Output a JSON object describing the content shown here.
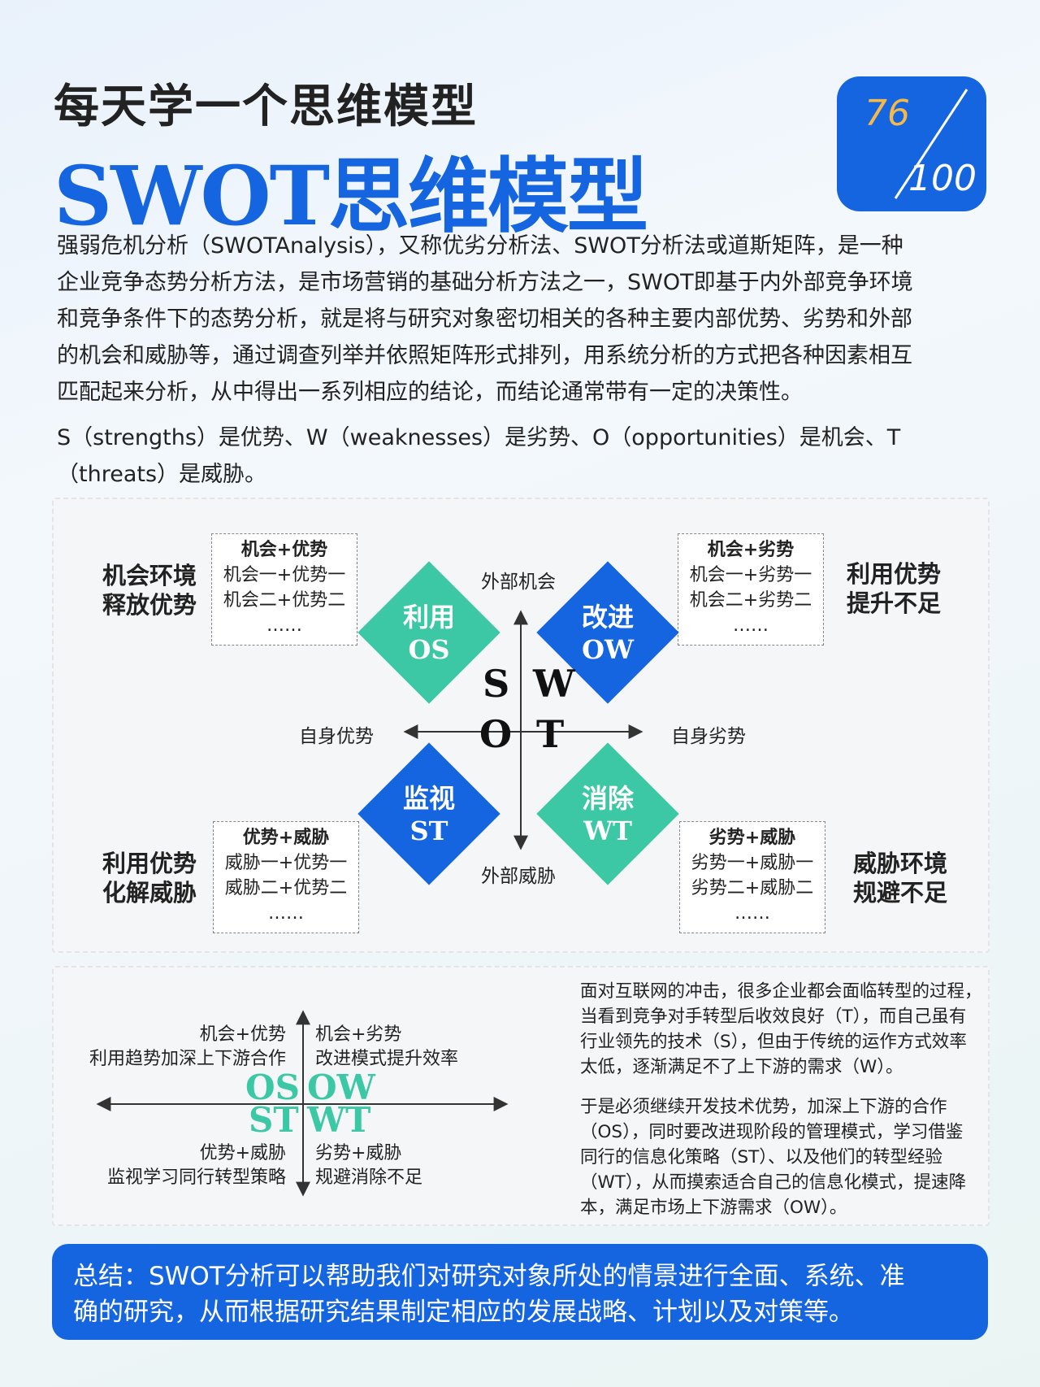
{
  "header": {
    "subtitle": "每天学一个思维模型",
    "title": "SWOT思维模型",
    "badge_num": "76",
    "badge_den": "100"
  },
  "intro": {
    "p1_lines": [
      "强弱危机分析（SWOTAnalysis），又称优劣分析法、SWOT分析法或道斯矩阵，是一种",
      "企业竞争态势分析方法，是市场营销的基础分析方法之一，SWOT即基于内外部竞争环境",
      "和竞争条件下的态势分析，就是将与研究对象密切相关的各种主要内部优势、劣势和外部",
      "的机会和威胁等，通过调查列举并依照矩阵形式排列，用系统分析的方式把各种因素相互",
      "匹配起来分析，从中得出一系列相应的结论，而结论通常带有一定的决策性。"
    ],
    "p2_lines": [
      "S（strengths）是优势、W（weaknesses）是劣势、O（opportunities）是机会、T",
      "（threats）是威胁。"
    ]
  },
  "diagram": {
    "axis_top": "外部机会",
    "axis_bottom": "外部威胁",
    "axis_left": "自身优势",
    "axis_right": "自身劣势",
    "letters": {
      "s": "S",
      "w": "W",
      "o": "O",
      "t": "T"
    },
    "diamonds": {
      "os": {
        "line1": "利用",
        "line2": "OS",
        "color": "#3cc8a4"
      },
      "ow": {
        "line1": "改进",
        "line2": "OW",
        "color": "#1565e0"
      },
      "st": {
        "line1": "监视",
        "line2": "ST",
        "color": "#1565e0"
      },
      "wt": {
        "line1": "消除",
        "line2": "WT",
        "color": "#3cc8a4"
      }
    },
    "boxes": {
      "tl": {
        "title": "机会+优势",
        "l1": "机会一+优势一",
        "l2": "机会二+优势二",
        "l3": "……"
      },
      "tr": {
        "title": "机会+劣势",
        "l1": "机会一+劣势一",
        "l2": "机会二+劣势二",
        "l3": "……"
      },
      "bl": {
        "title": "优势+威胁",
        "l1": "威胁一+优势一",
        "l2": "威胁二+优势二",
        "l3": "……"
      },
      "br": {
        "title": "劣势+威胁",
        "l1": "劣势一+威胁一",
        "l2": "劣势二+威胁二",
        "l3": "……"
      }
    },
    "side": {
      "tl": {
        "l1": "机会环境",
        "l2": "释放优势"
      },
      "tr": {
        "l1": "利用优势",
        "l2": "提升不足"
      },
      "bl": {
        "l1": "利用优势",
        "l2": "化解威胁"
      },
      "br": {
        "l1": "威胁环境",
        "l2": "规避不足"
      }
    }
  },
  "example": {
    "tl_1": "机会+优势",
    "tl_2": "利用趋势加深上下游合作",
    "tr_1": "机会+劣势",
    "tr_2": "改进模式提升效率",
    "bl_1": "优势+威胁",
    "bl_2": "监视学习同行转型策略",
    "br_1": "劣势+威胁",
    "br_2": "规避消除不足",
    "big": {
      "os": "OS",
      "ow": "OW",
      "st": "ST",
      "wt": "WT"
    },
    "text_lines": [
      "面对互联网的冲击，很多企业都会面临转型的过程，",
      "当看到竞争对手转型后收效良好（T），而自己虽有",
      "行业领先的技术（S），但由于传统的运作方式效率",
      "太低，逐渐满足不了上下游的需求（W）。",
      "于是必须继续开发技术优势，加深上下游的合作",
      "（OS），同时要改进现阶段的管理模式，学习借鉴",
      "同行的信息化策略（ST）、以及他们的转型经验",
      "（WT），从而摸索适合自己的信息化模式，提速降",
      "本，满足市场上下游需求（OW）。"
    ]
  },
  "summary": {
    "lines": [
      "总结：SWOT分析可以帮助我们对研究对象所处的情景进行全面、系统、准",
      "确的研究，从而根据研究结果制定相应的发展战略、计划以及对策等。"
    ]
  },
  "colors": {
    "blue": "#1565e0",
    "green": "#3cc8a4",
    "orange": "#f5b84a"
  }
}
